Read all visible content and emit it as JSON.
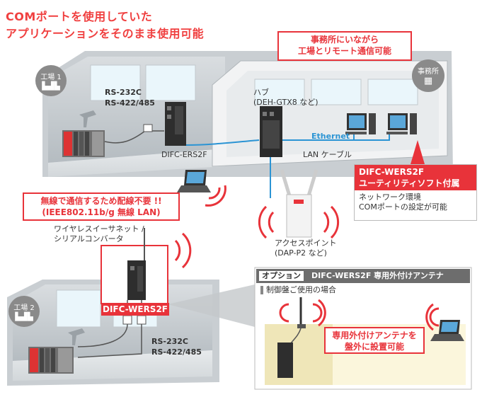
{
  "title": {
    "line1": "COMポートを使用していた",
    "line2": "アプリケーションをそのまま使用可能"
  },
  "office_callout": {
    "line1": "事務所にいながら",
    "line2": "工場とリモート通信可能"
  },
  "factory1": {
    "badge": "工場 1",
    "rs232": "RS-232C",
    "rs422": "RS-422/485",
    "device": "DIFC-ERS2F"
  },
  "office": {
    "badge": "事務所"
  },
  "hub": {
    "line1": "ハブ",
    "line2": "(DEH-GTX8 など)"
  },
  "ethernet": "Ethernet",
  "lan_cable": "LAN ケーブル",
  "utility": {
    "header1": "DIFC-WERS2F",
    "header2": "ユーティリティソフト付属",
    "body1": "ネットワーク環境",
    "body2": "COMポートの設定が可能"
  },
  "wireless_callout": {
    "line1": "無線で通信するため配線不要 !!",
    "line2": "(IEEE802.11b/g 無線 LAN)"
  },
  "converter": {
    "line1": "ワイヤレスイーサネット /",
    "line2": "シリアルコンバータ",
    "device": "DIFC-WERS2F"
  },
  "access_point": {
    "line1": "アクセスポイント",
    "line2": "(DAP-P2 など)"
  },
  "factory2": {
    "badge": "工場 2",
    "rs232": "RS-232C",
    "rs422": "RS-422/485"
  },
  "option": {
    "tag": "オプション",
    "title": "DIFC-WERS2F 専用外付けアンテナ",
    "subtitle": "制御盤ご使用の場合",
    "callout1": "専用外付けアンテナを",
    "callout2": "盤外に設置可能"
  }
}
